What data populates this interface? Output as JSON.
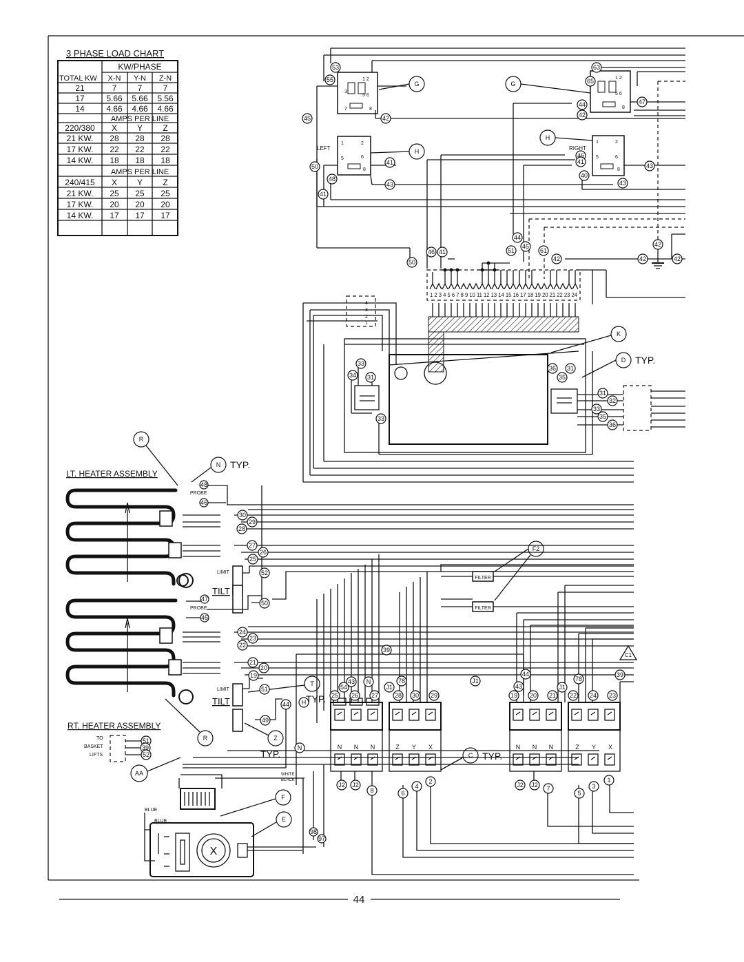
{
  "load_chart": {
    "title": "3 PHASE LOAD CHART",
    "kw_phase_header": "KW/PHASE",
    "col_headers": [
      "TOTAL KW",
      "X-N",
      "Y-N",
      "Z-N"
    ],
    "kw_rows": [
      [
        "21",
        "7",
        "7",
        "7"
      ],
      [
        "17",
        "5.66",
        "5.66",
        "5.56"
      ],
      [
        "14",
        "4.66",
        "4.66",
        "4.66"
      ]
    ],
    "amps_header": "AMPS PER LINE",
    "v220_header": [
      "220/380",
      "X",
      "Y",
      "Z"
    ],
    "v220_rows": [
      [
        "21 KW.",
        "28",
        "28",
        "28"
      ],
      [
        "17 KW.",
        "22",
        "22",
        "22"
      ],
      [
        "14 KW.",
        "18",
        "18",
        "18"
      ]
    ],
    "amps_header_2": "AMPS PER LINE",
    "v240_header": [
      "240/415",
      "X",
      "Y",
      "Z"
    ],
    "v240_rows": [
      [
        "21 KW.",
        "25",
        "25",
        "25"
      ],
      [
        "17 KW.",
        "20",
        "20",
        "20"
      ],
      [
        "14 KW.",
        "17",
        "17",
        "17"
      ]
    ]
  },
  "labels": {
    "lt_heater": "LT. HEATER ASSEMBLY",
    "rt_heater": "RT. HEATER ASSEMBLY",
    "n_typ": "TYP.",
    "d_typ": "TYP.",
    "t_typ": "TYP.",
    "z_typ": "TYP.",
    "c_typ": "TYP.",
    "left": "LEFT",
    "right": "RIGHT",
    "probe": "PROBE",
    "limit": "LIMIT",
    "tilt": "TILT",
    "filter": "FILTER",
    "basket_lifts": [
      "TO",
      "BASKET",
      "LIFTS"
    ],
    "blue": "BLUE",
    "white": "WHITE",
    "black": "BLACK",
    "terminal_numbers": "1 2 3 4 5 6 7 8 9 10 11 12 13 14 15 16 17 18 19 20 21 22 23 24",
    "page_number": "44"
  },
  "callouts": {
    "R": "R",
    "N": "N",
    "G": "G",
    "H": "H",
    "K": "K",
    "D": "D",
    "F2": "F2",
    "T": "T",
    "Z": "Z",
    "AA": "AA",
    "F": "F",
    "E": "E",
    "C": "C",
    "X": "X",
    "C1": "C1"
  },
  "contactor_labels": {
    "n3": [
      "N",
      "N",
      "N"
    ],
    "zyx": [
      "Z",
      "Y",
      "X"
    ]
  }
}
